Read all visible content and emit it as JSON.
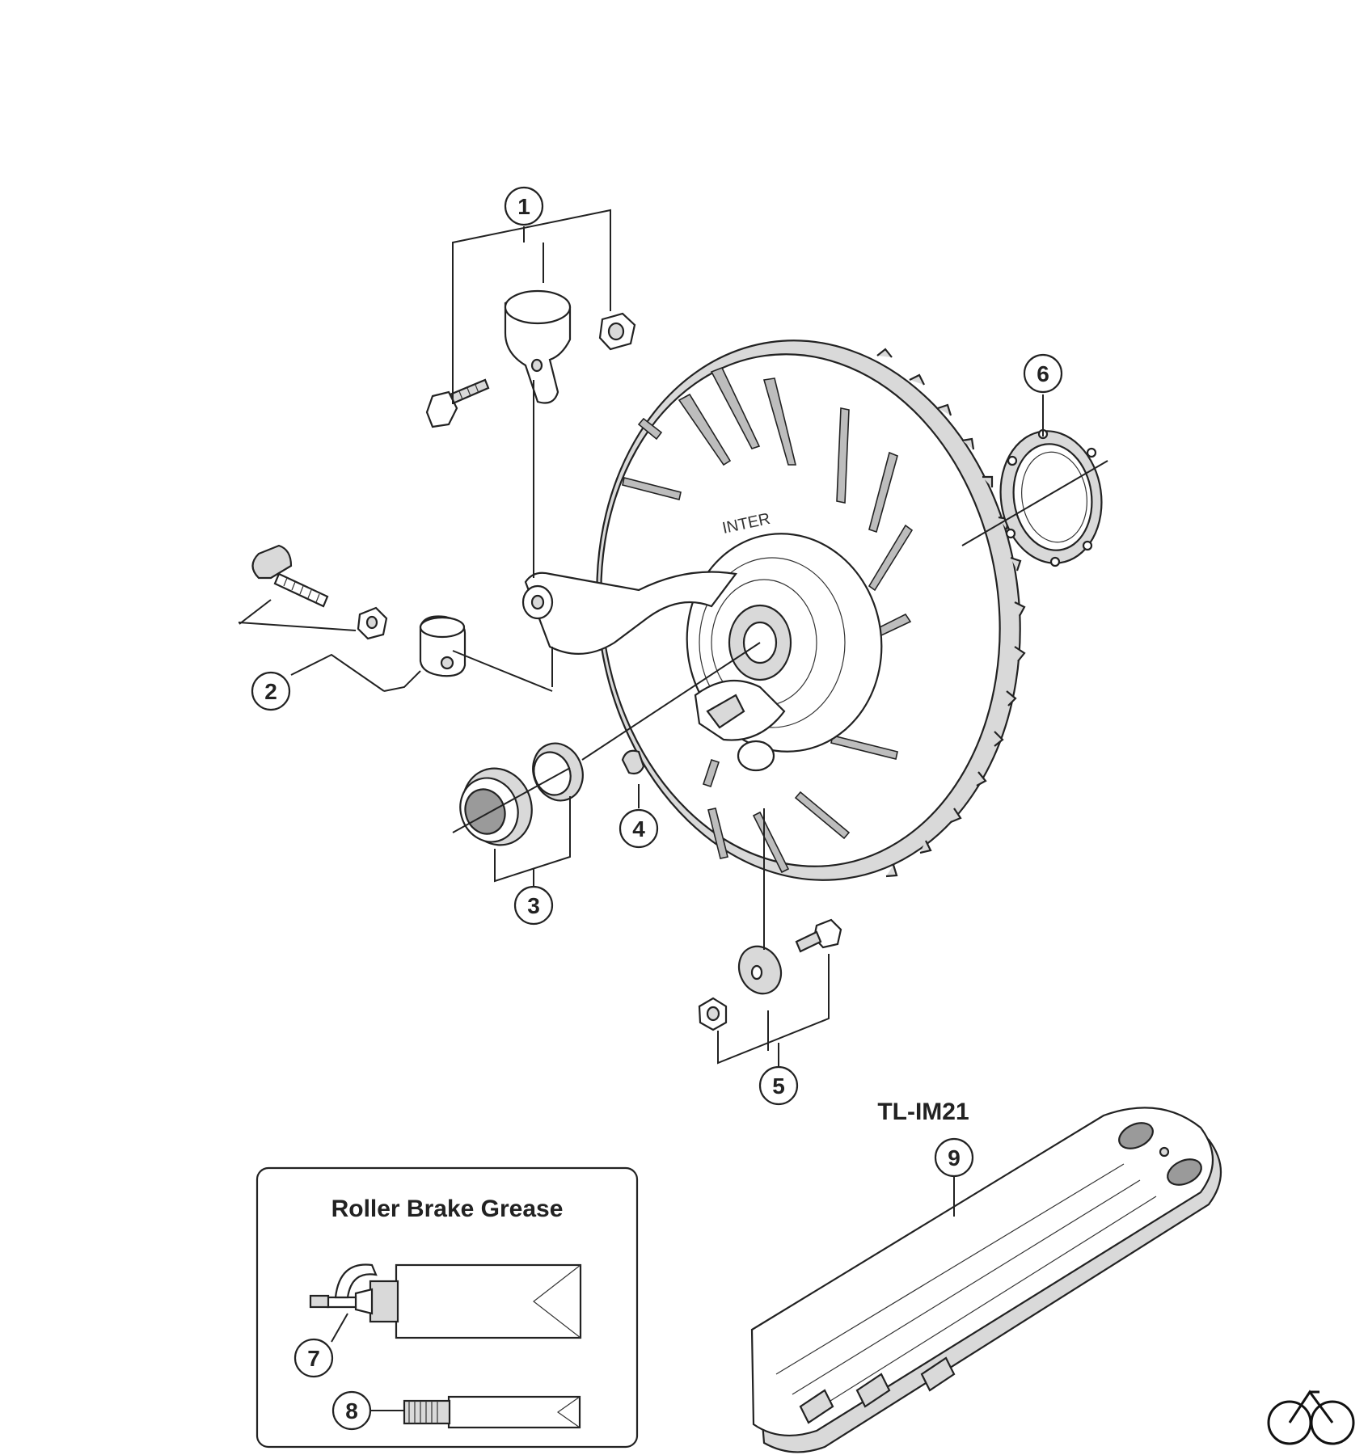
{
  "callouts": [
    {
      "id": "1",
      "label": "1"
    },
    {
      "id": "2",
      "label": "2"
    },
    {
      "id": "3",
      "label": "3"
    },
    {
      "id": "4",
      "label": "4"
    },
    {
      "id": "5",
      "label": "5"
    },
    {
      "id": "6",
      "label": "6"
    },
    {
      "id": "7",
      "label": "7"
    },
    {
      "id": "8",
      "label": "8"
    },
    {
      "id": "9",
      "label": "9"
    }
  ],
  "grease_box": {
    "title": "Roller Brake Grease"
  },
  "tool": {
    "label": "TL-IM21"
  },
  "brake_logo_text": "INTER"
}
